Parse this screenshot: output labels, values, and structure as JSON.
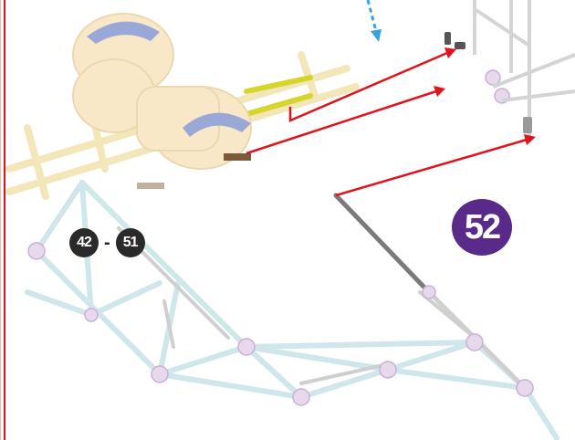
{
  "diagram": {
    "step_number": "52",
    "range_from": "42",
    "range_separator": "-",
    "range_to": "51",
    "colors": {
      "step_badge": "#5a2a8a",
      "range_badge": "#2a2a2a",
      "arrow": "#e0141c",
      "hint_arrow": "#3aa0e0",
      "border": "#e0141c",
      "structure": "#c8e8ec",
      "car": "#f9e8c8"
    },
    "icons": [
      "red-arrow-icon",
      "blue-dashed-arrow-icon"
    ]
  }
}
